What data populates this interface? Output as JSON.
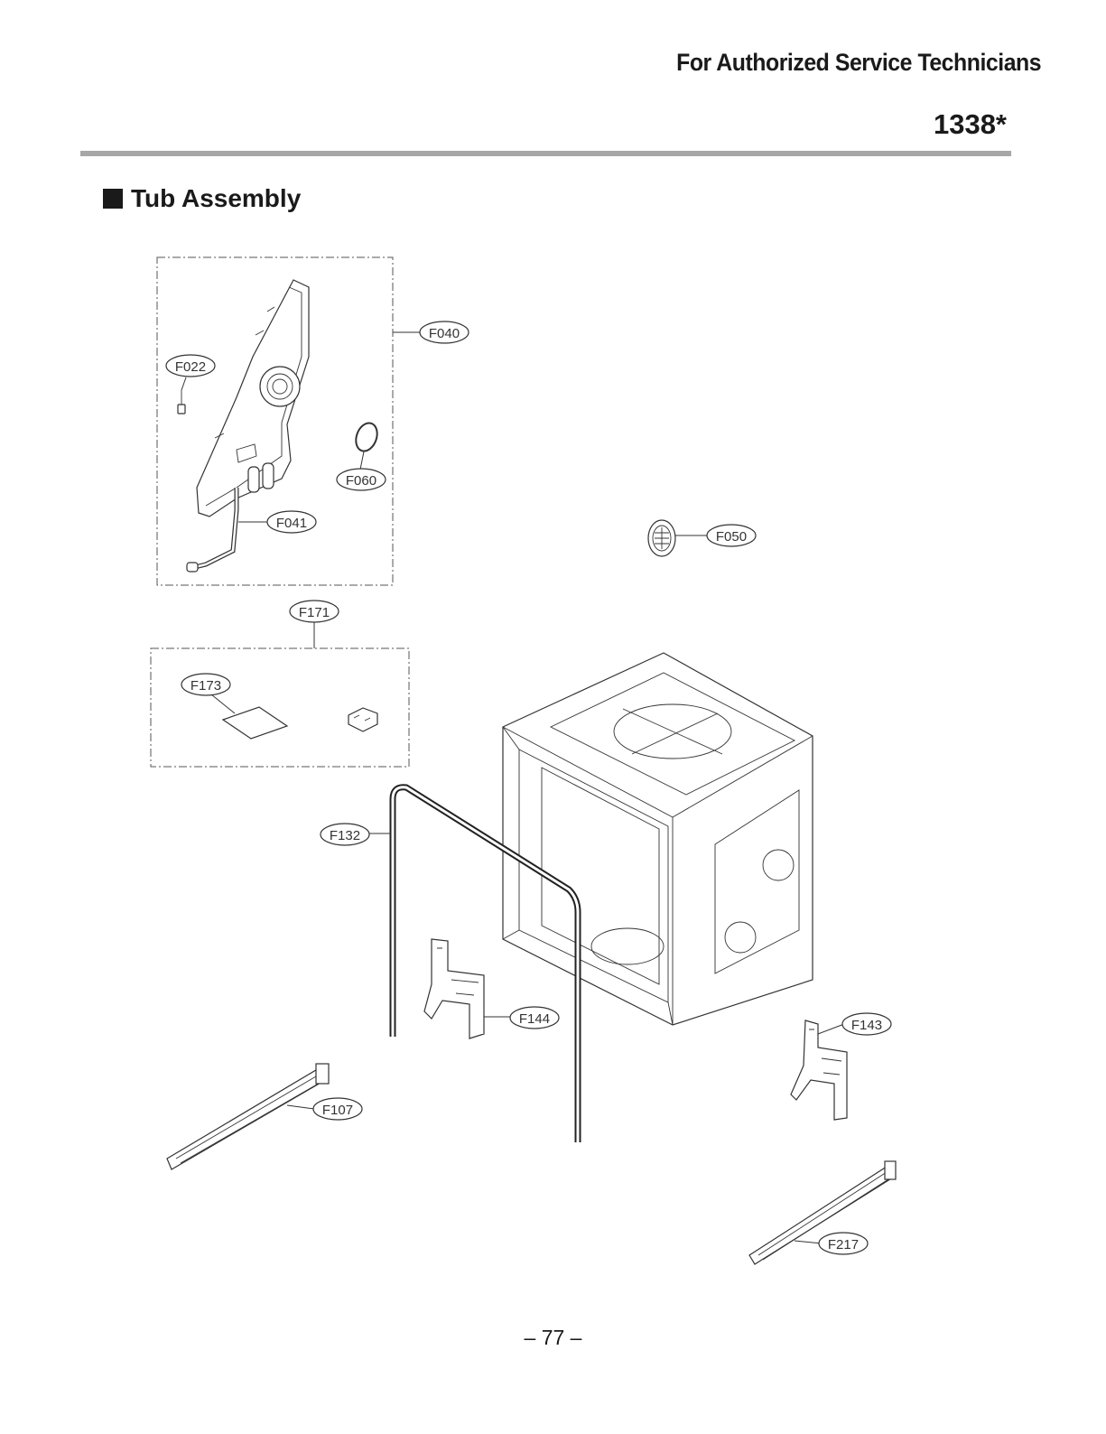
{
  "header": {
    "note": "For Authorized Service Technicians",
    "model_code": "1338*"
  },
  "section": {
    "title": "Tub Assembly"
  },
  "callouts": {
    "f040": "F040",
    "f022": "F022",
    "f060": "F060",
    "f041": "F041",
    "f050": "F050",
    "f171": "F171",
    "f173": "F173",
    "f132": "F132",
    "f144": "F144",
    "f143": "F143",
    "f107": "F107",
    "f217": "F217"
  },
  "footer": {
    "page_number": "– 77 –"
  }
}
